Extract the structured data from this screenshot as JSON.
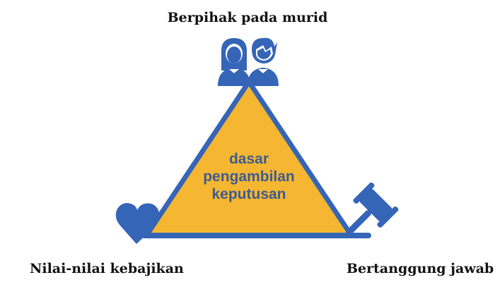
{
  "diagram": {
    "top_label": "Berpihak pada murid",
    "left_label": "Nilai-nilai kebajikan",
    "right_label": "Bertanggung jawab",
    "center_lines": [
      "dasar",
      "pengambilan",
      "keputusan"
    ],
    "icons": {
      "top": "students-icon",
      "left": "heart-icon",
      "right": "gavel-icon"
    },
    "colors": {
      "outline": "#3565b7",
      "fill": "#f5b731",
      "center_text": "#3e5c91",
      "label_text": "#111111"
    }
  }
}
